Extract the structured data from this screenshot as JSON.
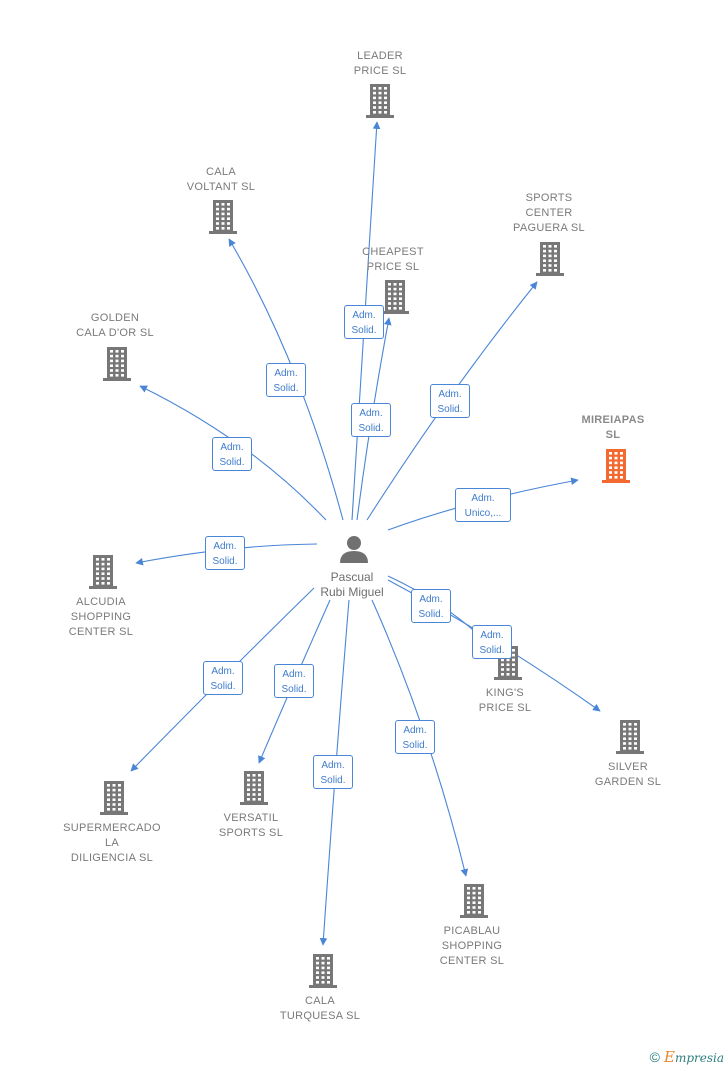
{
  "colors": {
    "edge": "#4a86d6",
    "building": "#777777",
    "building_highlight": "#f26a30",
    "person": "#707070"
  },
  "person": {
    "name_line1": "Pascual",
    "name_line2": "Rubi Miguel",
    "icon": "person-icon"
  },
  "companies": [
    {
      "id": "leader-price",
      "lines": [
        "LEADER",
        "PRICE  SL"
      ],
      "icon": "building-icon"
    },
    {
      "id": "cala-voltant",
      "lines": [
        "CALA",
        "VOLTANT SL"
      ],
      "icon": "building-icon"
    },
    {
      "id": "cheapest-price",
      "lines": [
        "CHEAPEST",
        "PRICE  SL"
      ],
      "icon": "building-icon"
    },
    {
      "id": "sports-center-paguera",
      "lines": [
        "SPORTS",
        "CENTER",
        "PAGUERA  SL"
      ],
      "icon": "building-icon"
    },
    {
      "id": "golden-cala-dor",
      "lines": [
        "GOLDEN",
        "CALA D'OR SL"
      ],
      "icon": "building-icon"
    },
    {
      "id": "mireiapas",
      "lines": [
        "MIREIAPAS",
        "SL"
      ],
      "icon": "building-icon",
      "highlight": true
    },
    {
      "id": "alcudia-shopping",
      "lines": [
        "ALCUDIA",
        "SHOPPING",
        "CENTER  SL"
      ],
      "icon": "building-icon"
    },
    {
      "id": "kings-price",
      "lines": [
        "KING'S",
        "PRICE  SL"
      ],
      "icon": "building-icon"
    },
    {
      "id": "silver-garden",
      "lines": [
        "SILVER",
        "GARDEN SL"
      ],
      "icon": "building-icon"
    },
    {
      "id": "supermercado-la-diligencia",
      "lines": [
        "SUPERMERCADO",
        "LA",
        "DILIGENCIA  SL"
      ],
      "icon": "building-icon"
    },
    {
      "id": "versatil-sports",
      "lines": [
        "VERSATIL",
        "SPORTS  SL"
      ],
      "icon": "building-icon"
    },
    {
      "id": "picablau-shopping",
      "lines": [
        "PICABLAU",
        "SHOPPING",
        "CENTER  SL"
      ],
      "icon": "building-icon"
    },
    {
      "id": "cala-turquesa",
      "lines": [
        "CALA",
        "TURQUESA SL"
      ],
      "icon": "building-icon"
    }
  ],
  "edges": [
    {
      "to": "leader-price",
      "line1": "Adm.",
      "line2": "Solid."
    },
    {
      "to": "cala-voltant",
      "line1": "Adm.",
      "line2": "Solid."
    },
    {
      "to": "cheapest-price",
      "line1": "Adm.",
      "line2": "Solid."
    },
    {
      "to": "sports-center-paguera",
      "line1": "Adm.",
      "line2": "Solid."
    },
    {
      "to": "golden-cala-dor",
      "line1": "Adm.",
      "line2": "Solid."
    },
    {
      "to": "mireiapas",
      "line1": "Adm.",
      "line2": "Unico,..."
    },
    {
      "to": "alcudia-shopping",
      "line1": "Adm.",
      "line2": "Solid."
    },
    {
      "to": "kings-price",
      "line1": "Adm.",
      "line2": "Solid."
    },
    {
      "to": "silver-garden",
      "line1": "Adm.",
      "line2": "Solid."
    },
    {
      "to": "supermercado-la-diligencia",
      "line1": "Adm.",
      "line2": "Solid."
    },
    {
      "to": "versatil-sports",
      "line1": "Adm.",
      "line2": "Solid."
    },
    {
      "to": "picablau-shopping",
      "line1": "Adm.",
      "line2": "Solid."
    },
    {
      "to": "cala-turquesa",
      "line1": "Adm.",
      "line2": "Solid."
    }
  ],
  "footer": {
    "copyright_symbol": "©",
    "brand_initial": "E",
    "brand_rest": "mpresia"
  }
}
